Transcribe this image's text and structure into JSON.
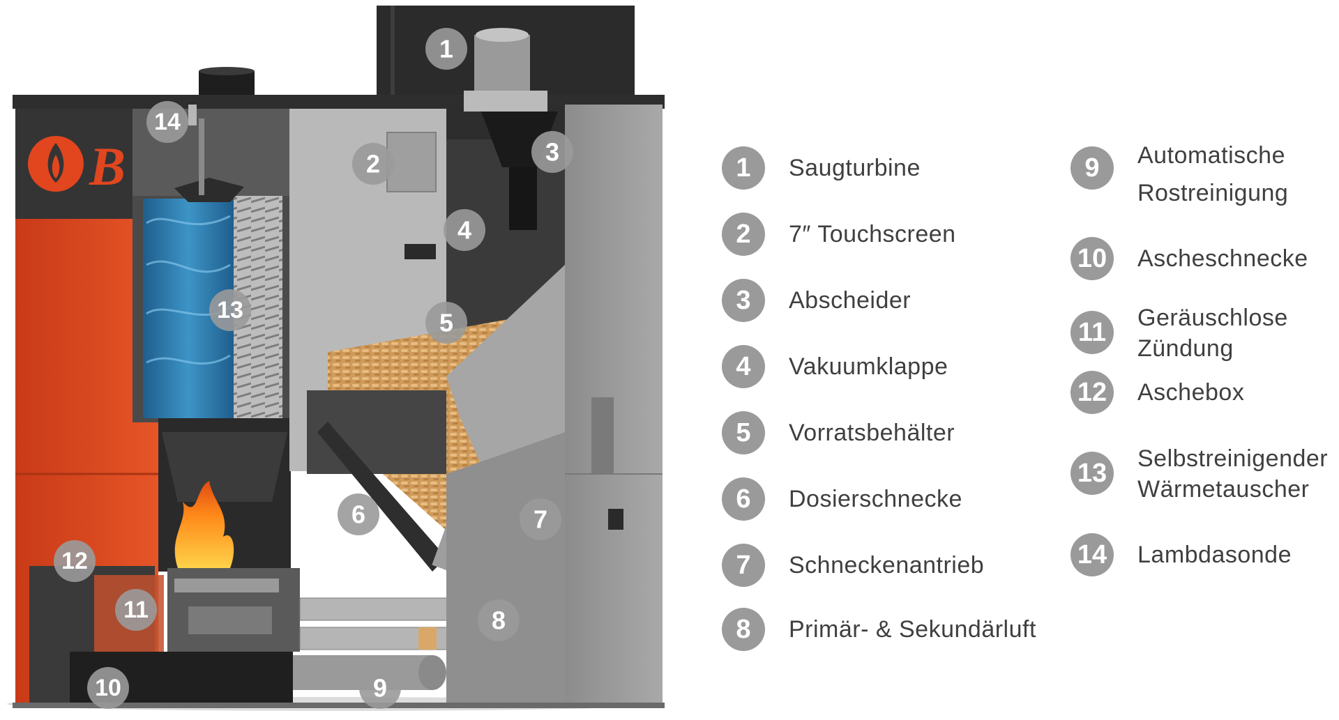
{
  "legend": [
    {
      "num": "1",
      "label": "Saugturbine"
    },
    {
      "num": "2",
      "label": "7″ Touchscreen"
    },
    {
      "num": "3",
      "label": "Abscheider"
    },
    {
      "num": "4",
      "label": "Vakuumklappe"
    },
    {
      "num": "5",
      "label": "Vorratsbehälter"
    },
    {
      "num": "6",
      "label": "Dosierschnecke"
    },
    {
      "num": "7",
      "label": "Schneckenantrieb"
    },
    {
      "num": "8",
      "label": "Primär- & Sekundärluft"
    },
    {
      "num": "9",
      "label": "Automatische\nRostreinigung"
    },
    {
      "num": "10",
      "label": "Ascheschnecke"
    },
    {
      "num": "11",
      "label": "Geräuschlose\nZündung"
    },
    {
      "num": "12",
      "label": "Aschebox"
    },
    {
      "num": "13",
      "label": "Selbstreinigender\nWärmetauscher"
    },
    {
      "num": "14",
      "label": "Lambdasonde"
    }
  ],
  "brand": {
    "logo_text": "B"
  },
  "colors": {
    "badge": "#9a9a9a",
    "badge_text": "#ffffff",
    "label_text": "#3f3f3f",
    "casing_orange": "#e1461f",
    "casing_dark": "#3a3a3a",
    "casing_gray": "#9c9c9c",
    "pellets": "#d9a868",
    "water": "#2f7fb4"
  },
  "icons": {
    "brand": "flame-logo-icon"
  }
}
